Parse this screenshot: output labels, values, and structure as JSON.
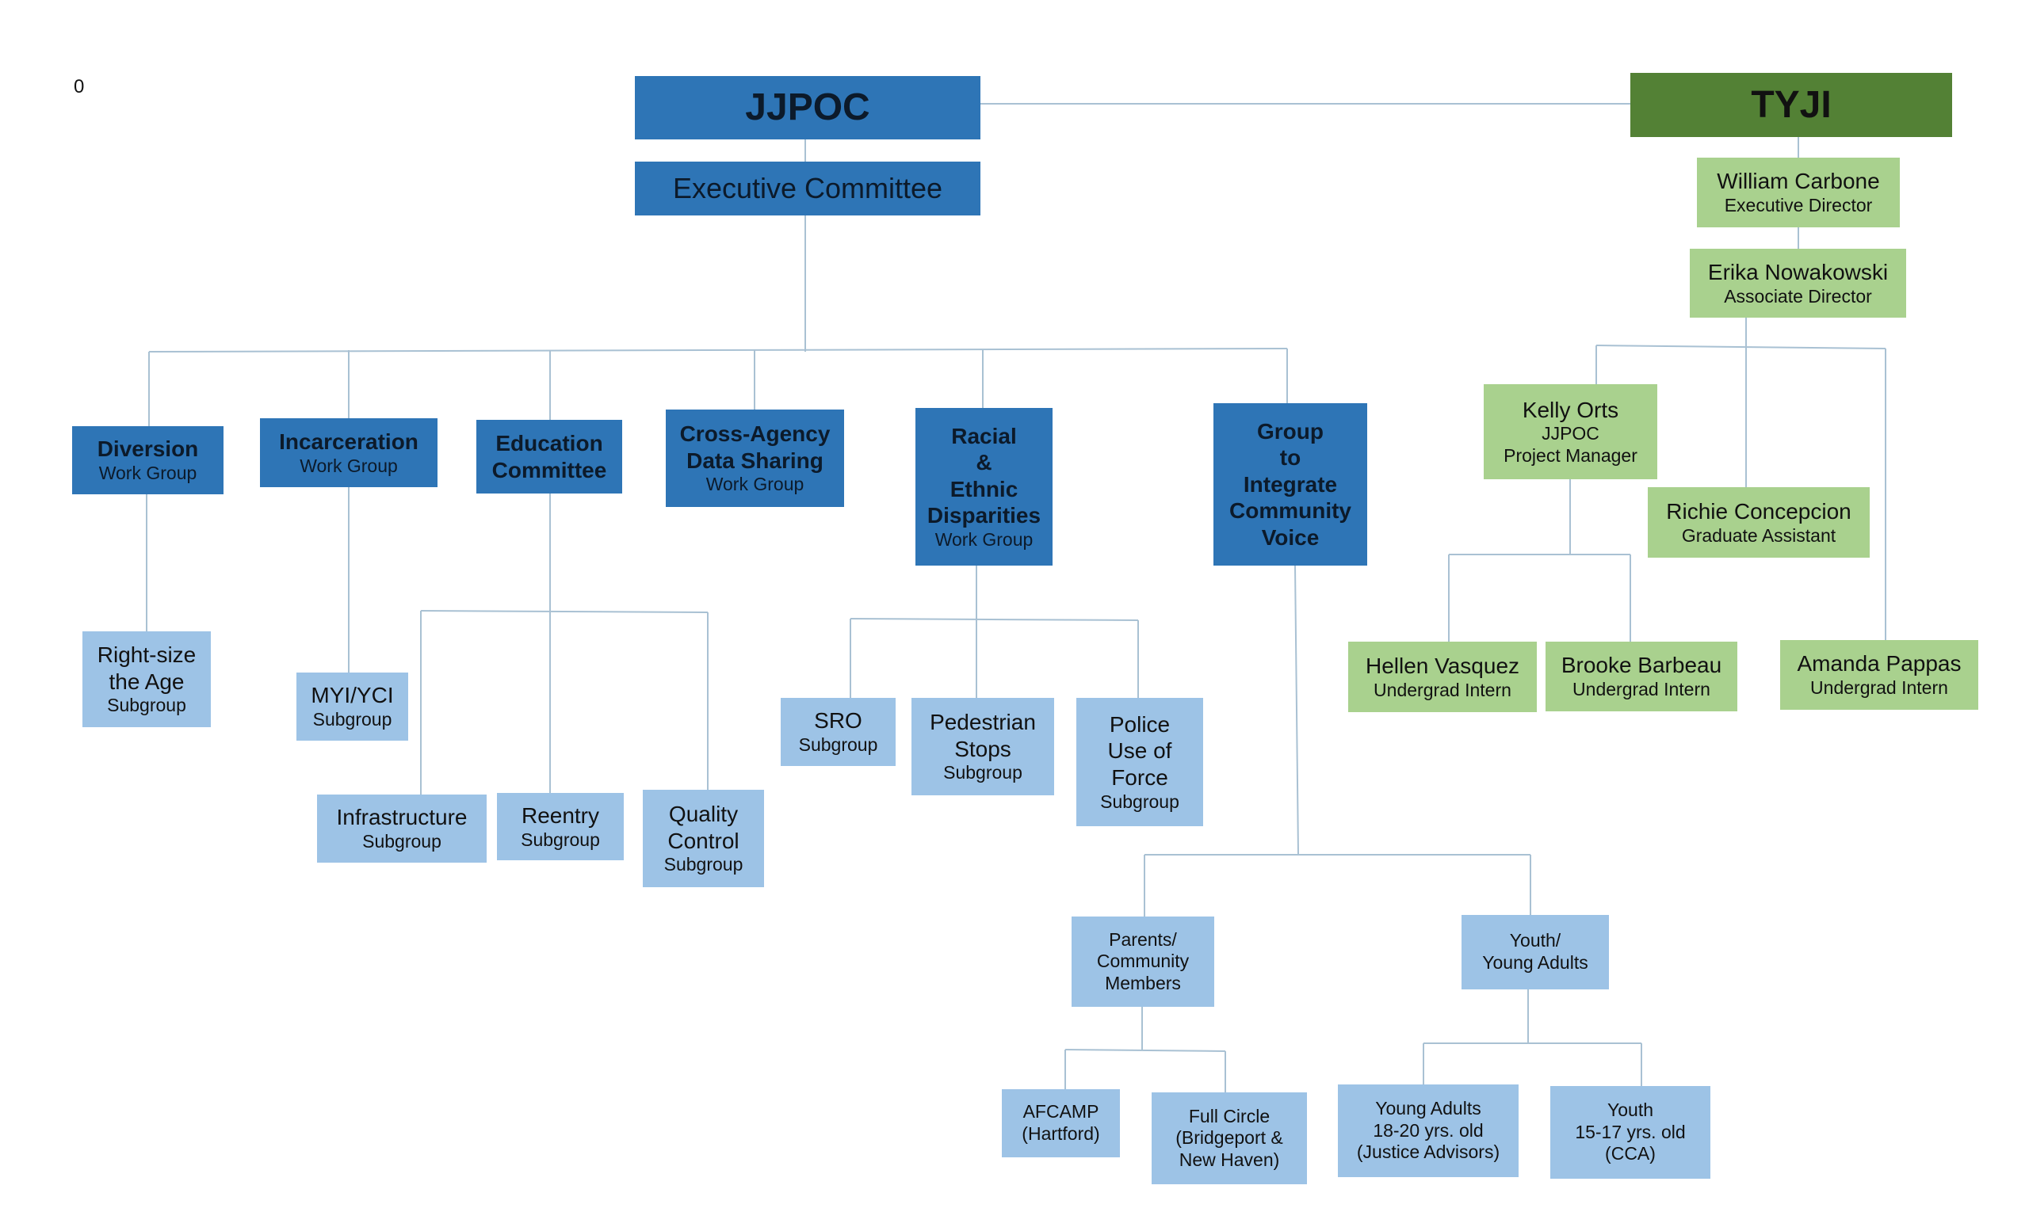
{
  "page_number": "0",
  "jjpoc": {
    "title": "JJPOC",
    "executive": "Executive Committee"
  },
  "tyji": {
    "title": "TYJI"
  },
  "work_groups": {
    "diversion": {
      "title": "Diversion",
      "sub": "Work Group"
    },
    "incarceration": {
      "title": "Incarceration",
      "sub": "Work Group"
    },
    "education": {
      "line1": "Education",
      "line2": "Committee"
    },
    "cross_agency": {
      "line1": "Cross-Agency",
      "line2": "Data Sharing",
      "sub": "Work Group"
    },
    "racial": {
      "line1": "Racial",
      "line2": "&",
      "line3": "Ethnic",
      "line4": "Disparities",
      "sub": "Work Group"
    },
    "community": {
      "line1": "Group",
      "line2": "to",
      "line3": "Integrate",
      "line4": "Community",
      "line5": "Voice"
    }
  },
  "subgroups": {
    "right_size": {
      "line1": "Right-size",
      "line2": "the Age",
      "sub": "Subgroup"
    },
    "myi": {
      "title": "MYI/YCI",
      "sub": "Subgroup"
    },
    "infrastructure": {
      "title": "Infrastructure",
      "sub": "Subgroup"
    },
    "reentry": {
      "title": "Reentry",
      "sub": "Subgroup"
    },
    "quality": {
      "line1": "Quality",
      "line2": "Control",
      "sub": "Subgroup"
    },
    "sro": {
      "title": "SRO",
      "sub": "Subgroup"
    },
    "pedestrian": {
      "line1": "Pedestrian",
      "line2": "Stops",
      "sub": "Subgroup"
    },
    "police": {
      "line1": "Police",
      "line2": "Use of",
      "line3": "Force",
      "sub": "Subgroup"
    },
    "parents": {
      "line1": "Parents/",
      "line2": "Community",
      "line3": "Members"
    },
    "youth_adults": {
      "line1": "Youth/",
      "line2": "Young Adults"
    },
    "afcamp": {
      "line1": "AFCAMP",
      "line2": "(Hartford)"
    },
    "full_circle": {
      "line1": "Full Circle",
      "line2": "(Bridgeport &",
      "line3": "New Haven)"
    },
    "young_adults": {
      "line1": "Young Adults",
      "line2": "18-20 yrs. old",
      "line3": "(Justice Advisors)"
    },
    "youth": {
      "line1": "Youth",
      "line2": "15-17 yrs. old",
      "line3": "(CCA)"
    }
  },
  "staff": {
    "carbone": {
      "name": "William Carbone",
      "role": "Executive Director"
    },
    "nowakowski": {
      "name": "Erika Nowakowski",
      "role": "Associate Director"
    },
    "orts": {
      "name": "Kelly Orts",
      "role1": "JJPOC",
      "role2": "Project Manager"
    },
    "concepcion": {
      "name": "Richie Concepcion",
      "role": "Graduate Assistant"
    },
    "vasquez": {
      "name": "Hellen Vasquez",
      "role": "Undergrad Intern"
    },
    "barbeau": {
      "name": "Brooke Barbeau",
      "role": "Undergrad Intern"
    },
    "pappas": {
      "name": "Amanda Pappas",
      "role": "Undergrad Intern"
    }
  },
  "colors": {
    "jjpoc_dark": "#2e75b6",
    "jjpoc_light": "#9dc3e6",
    "tyji_dark": "#538135",
    "tyji_light": "#a9d18e",
    "connector": "#a9c1d3"
  }
}
